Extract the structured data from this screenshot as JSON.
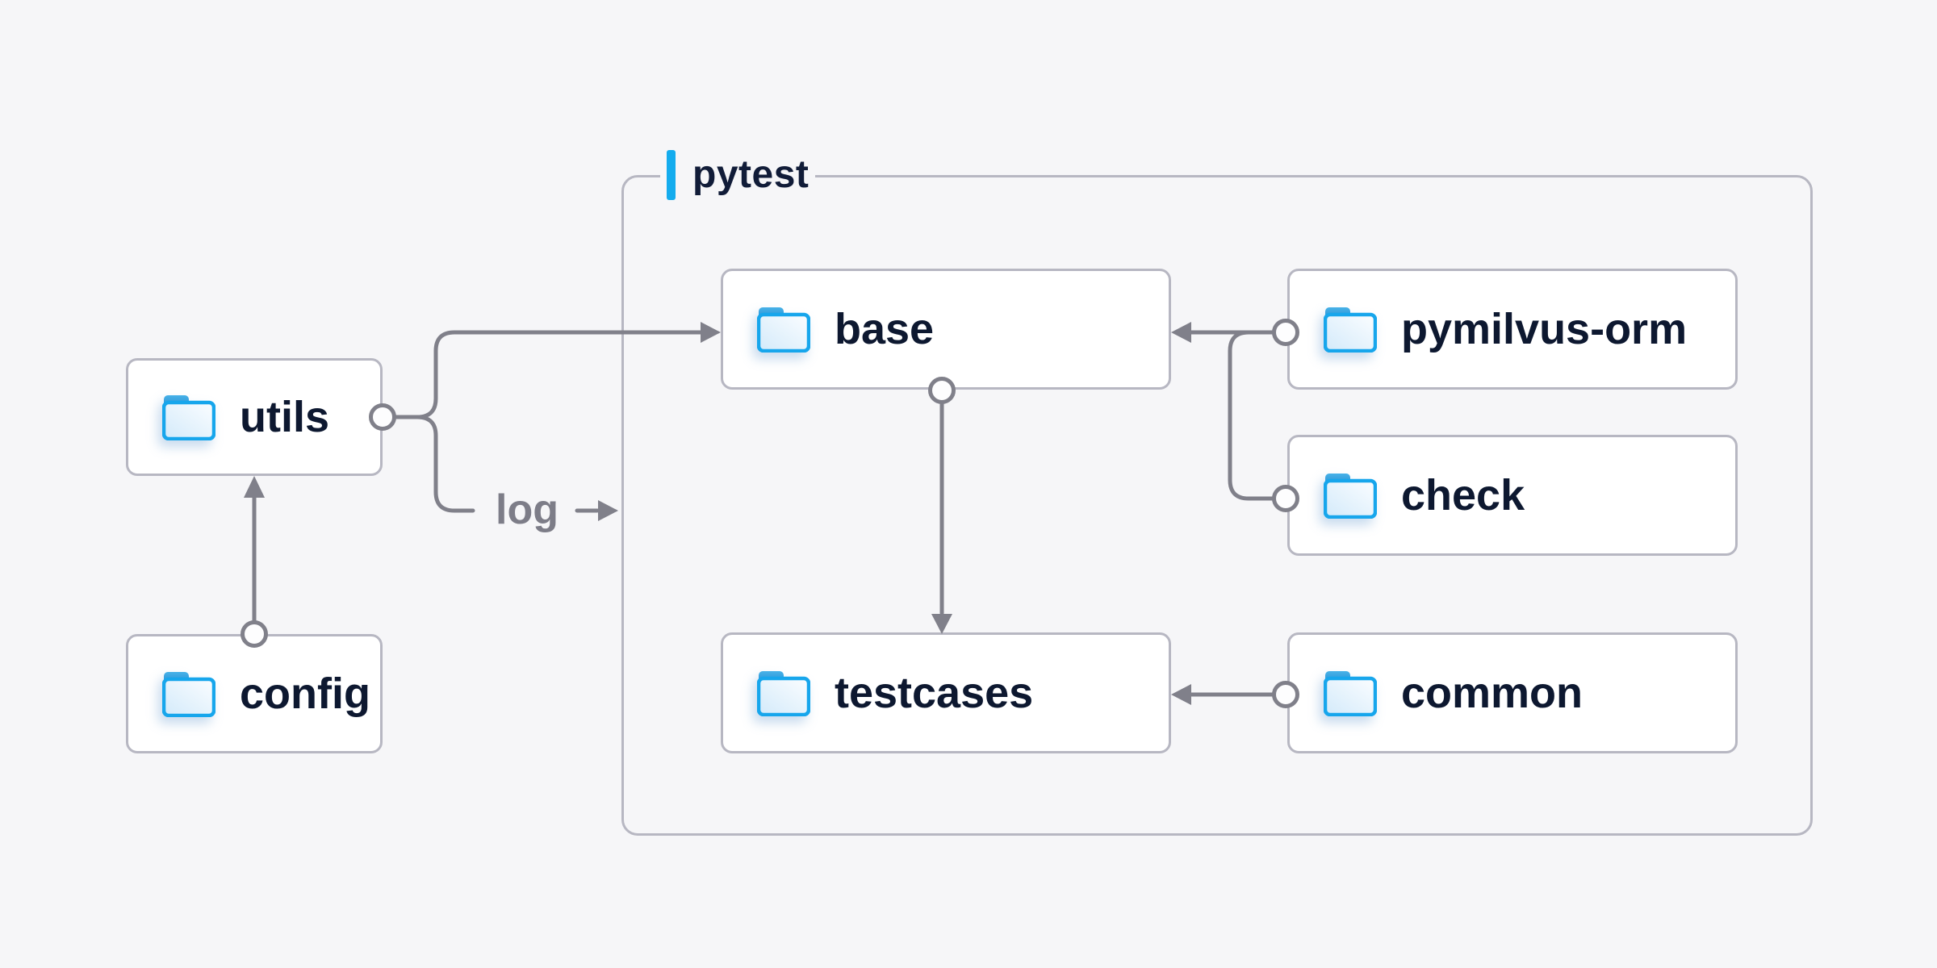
{
  "diagram": {
    "group": {
      "label": "pytest"
    },
    "nodes": {
      "utils": {
        "label": "utils"
      },
      "config": {
        "label": "config"
      },
      "base": {
        "label": "base"
      },
      "pymilvus_orm": {
        "label": "pymilvus-orm"
      },
      "check": {
        "label": "check"
      },
      "testcases": {
        "label": "testcases"
      },
      "common": {
        "label": "common"
      }
    },
    "edges": {
      "config_to_utils": {
        "from": "config",
        "to": "utils"
      },
      "utils_to_base": {
        "from": "utils",
        "to": "base"
      },
      "utils_log": {
        "label": "log"
      },
      "pymilvus_to_base": {
        "from": "pymilvus-orm",
        "to": "base"
      },
      "check_to_base": {
        "from": "check",
        "to": "base"
      },
      "base_to_testcases": {
        "from": "base",
        "to": "testcases"
      },
      "common_to_testcases": {
        "from": "common",
        "to": "testcases"
      }
    },
    "icons": {
      "node_icon": "folder-icon"
    },
    "colors": {
      "background": "#f6f6f8",
      "node_fill": "#ffffff",
      "node_border": "#b7b7c2",
      "edge": "#80808a",
      "text": "#0d1830",
      "edge_label_text": "#7d7d88",
      "accent_blue": "#14acee",
      "folder_blue": "#17a6ec"
    }
  }
}
